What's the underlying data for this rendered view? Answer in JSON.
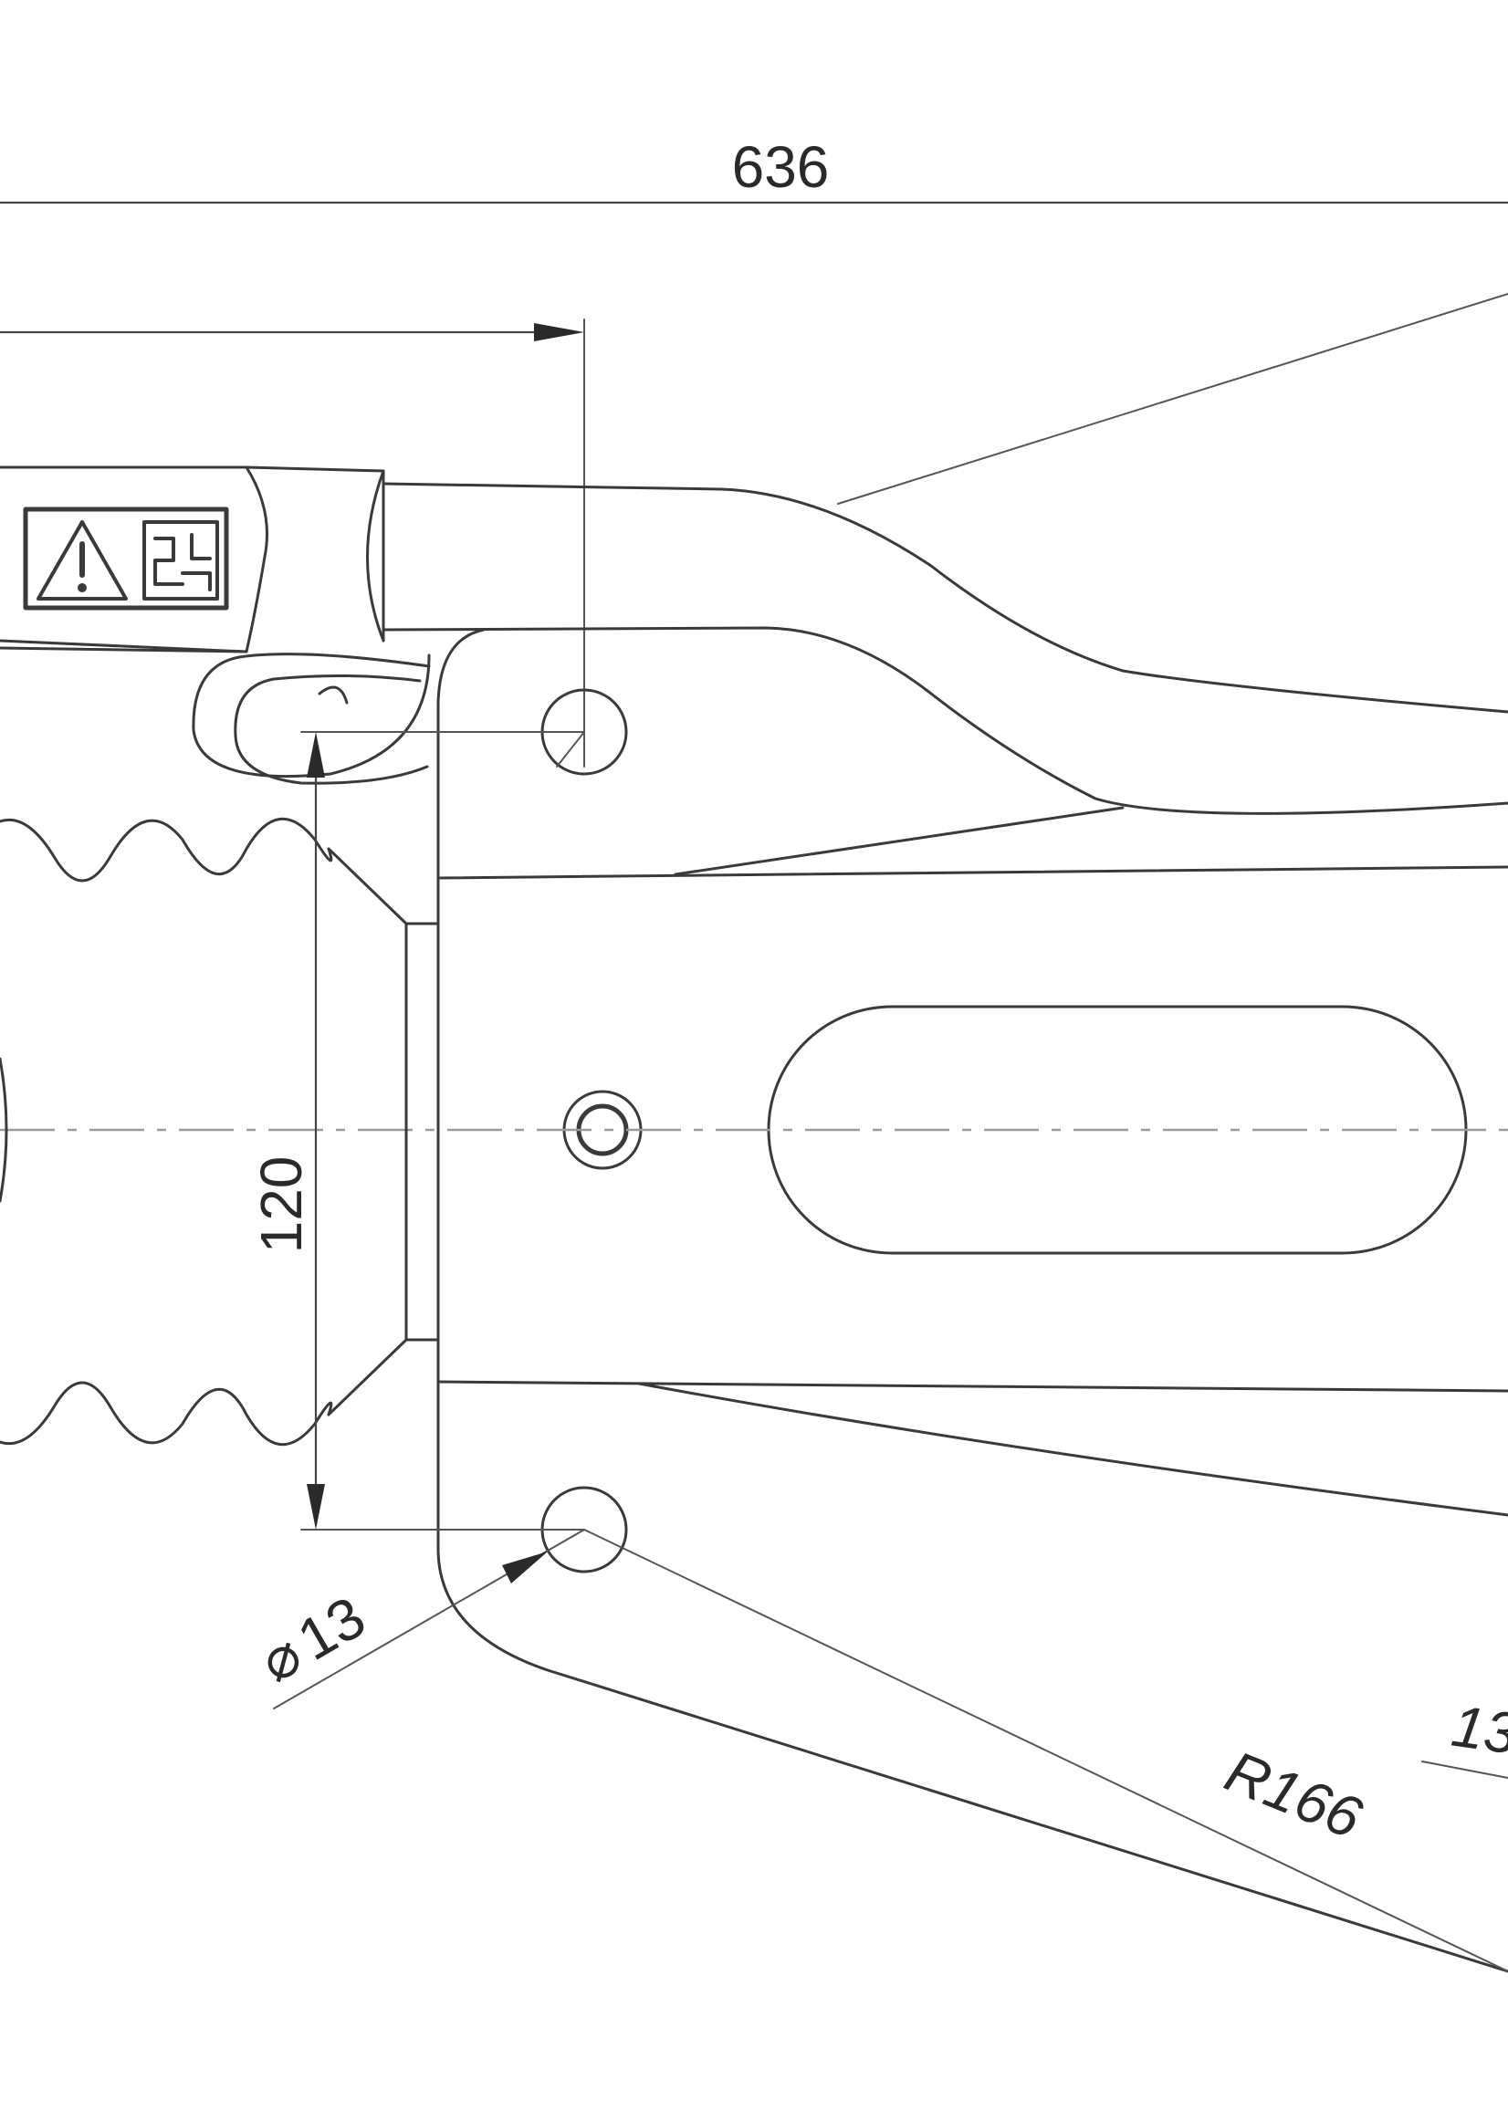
{
  "dimensions": {
    "overall_length": "636",
    "height": "120",
    "hole_diameter": "13",
    "hole_diameter_symbol": "⌀",
    "radius": "R166",
    "partial_right": "13"
  },
  "icons": {
    "warning_label": "warning-triangle-icon",
    "manual_label": "read-manual-icon"
  },
  "colors": {
    "line": "#3a3a3a",
    "centerline": "#9a9a9a",
    "background": "#ffffff"
  }
}
